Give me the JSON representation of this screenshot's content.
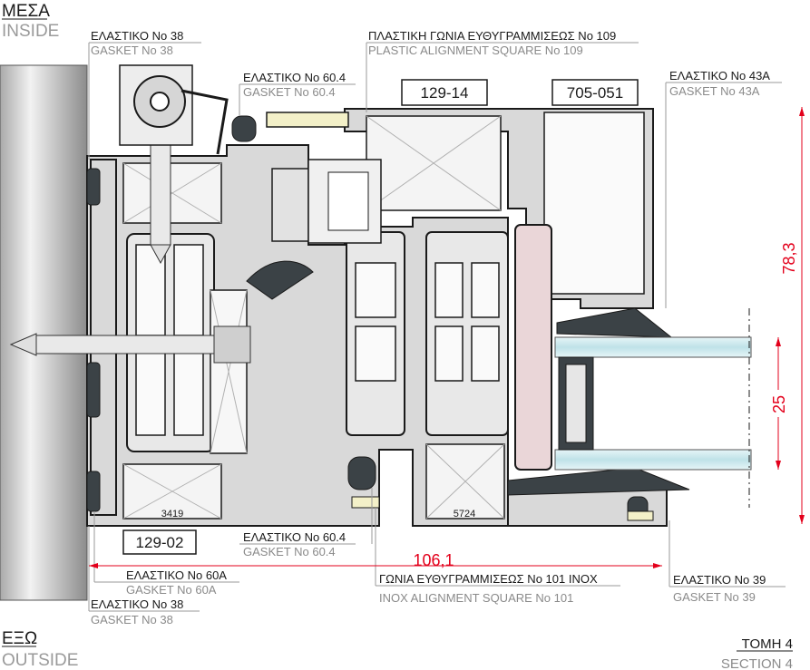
{
  "corners": {
    "inside_gr": "ΜΕΣΑ",
    "inside_en": "INSIDE",
    "outside_gr": "ΕΞΩ",
    "outside_en": "OUTSIDE"
  },
  "section": {
    "gr": "ΤΟΜΗ 4",
    "en": "SECTION 4"
  },
  "labels": {
    "gasket38_top_gr": "ΕΛΑΣΤΙΚΟ Νο 38",
    "gasket38_top_en": "GASKET Νο 38",
    "plastic109_gr": "ΠΛΑΣΤΙΚΗ ΓΩΝΙΑ ΕΥΘΥΓΡΑΜΜΙΣΕΩΣ Νο 109",
    "plastic109_en": "PLASTIC ALIGNMENT SQUARE Νο 109",
    "gasket604_top_gr": "ΕΛΑΣΤΙΚΟ Νο 60.4",
    "gasket604_top_en": "GASKET Νο 60.4",
    "gasket43a_gr": "ΕΛΑΣΤΙΚΟ Νο 43Α",
    "gasket43a_en": "GASKET Νο 43Α",
    "gasket604_bot_gr": "ΕΛΑΣΤΙΚΟ Νο 60.4",
    "gasket604_bot_en": "GASKET Νο 60.4",
    "gasket60a_gr": "ΕΛΑΣΤΙΚΟ Νο 60Α",
    "gasket60a_en": "GASKET Νο 60Α",
    "gasket38_bot_gr": "ΕΛΑΣΤΙΚΟ Νο 38",
    "gasket38_bot_en": "GASKET Νο 38",
    "inox101_gr": "ΓΩΝΙΑ ΕΥΘΥΓΡΑΜΜΙΣΕΩΣ Νο 101 INOX",
    "inox101_en": "INOX ALIGNMENT SQUARE Νο 101",
    "gasket39_gr": "ΕΛΑΣΤΙΚΟ Νο 39",
    "gasket39_en": "GASKET Νο 39"
  },
  "profile_codes": {
    "p1": "129-14",
    "p2": "705-051",
    "p3": "129-02"
  },
  "small_codes": {
    "s1": "3419",
    "s2": "5724"
  },
  "dimensions": {
    "width": "106,1",
    "height": "78,3",
    "glass": "25"
  },
  "colors": {
    "dimension": "#e3001b",
    "profile_fill": "#d9d9d9",
    "gasket_fill": "#3b4246",
    "glass_fill": "#cfe9ee",
    "spacer_fill": "#ead6d8"
  }
}
